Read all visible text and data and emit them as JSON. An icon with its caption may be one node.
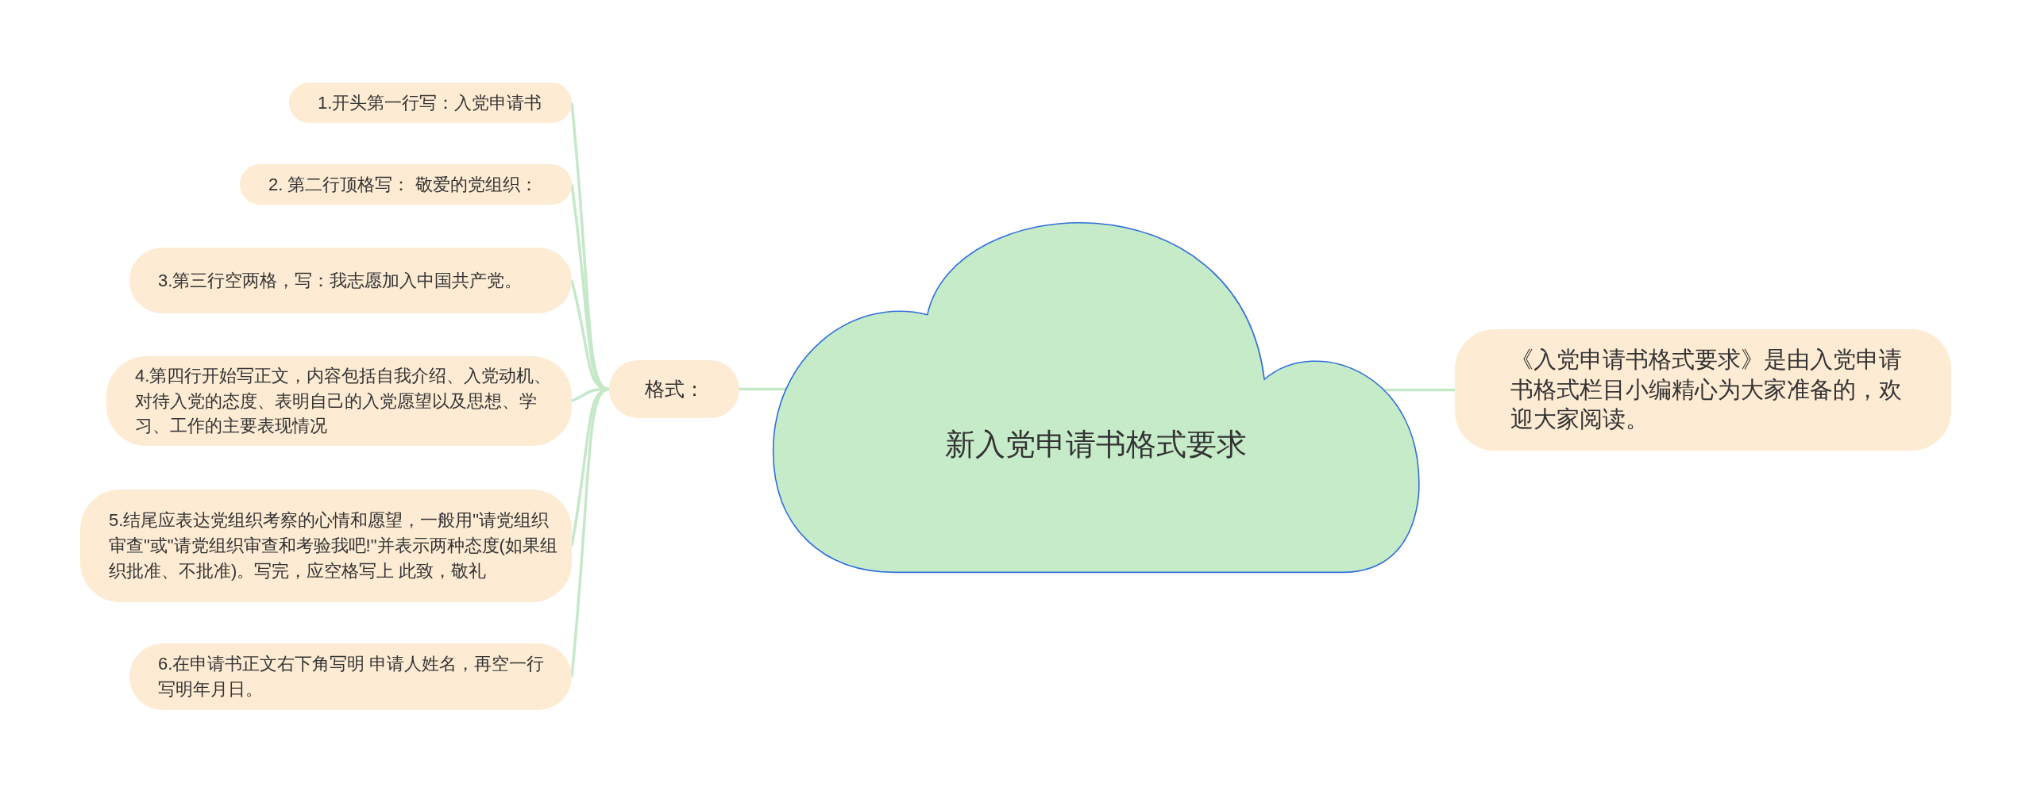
{
  "diagram": {
    "nodes": [
      {
        "text": [
          "新入党申请书格式要求"
        ]
      },
      {
        "text": [
          "格式："
        ]
      },
      {
        "text": [
          "1.开头第一行写：入党申请书"
        ]
      },
      {
        "text": [
          "2. 第二行顶格写： 敬爱的党组织："
        ]
      },
      {
        "text": [
          "3.第三行空两格，写：我志愿加入中国共产党。"
        ]
      },
      {
        "text": [
          "4.第四行开始写正文，内容包括自我介绍、入党动机、对待入党的态度、表明自己的入党愿望以及思想、学习、工作的主要表现情况"
        ]
      },
      {
        "text": [
          "5.结尾应表达党组织考察的心情和愿望，一般用\"请党组织审查\"或\"请党组织审查和考验我吧!\"并表示两种态度(如果组织批准、不批准)。写完，应空格写上 此致，敬礼"
        ]
      },
      {
        "text": [
          "6.在申请书正文右下角写明 申请人姓名，再空一行写明年月日。"
        ]
      },
      {
        "text": [
          "《入党申请书格式要求》是由入党申请书格式栏目小编精心为大家准备的，欢迎大家阅读。"
        ]
      }
    ],
    "edges": [
      {
        "from": 0,
        "to": 1,
        "arrow": "none"
      },
      {
        "from": 1,
        "to": 2,
        "arrow": "none"
      },
      {
        "from": 1,
        "to": 3,
        "arrow": "none"
      },
      {
        "from": 1,
        "to": 4,
        "arrow": "none"
      },
      {
        "from": 1,
        "to": 5,
        "arrow": "none"
      },
      {
        "from": 1,
        "to": 6,
        "arrow": "none"
      },
      {
        "from": 1,
        "to": 7,
        "arrow": "none"
      },
      {
        "from": 0,
        "to": 8,
        "arrow": "none"
      }
    ]
  }
}
